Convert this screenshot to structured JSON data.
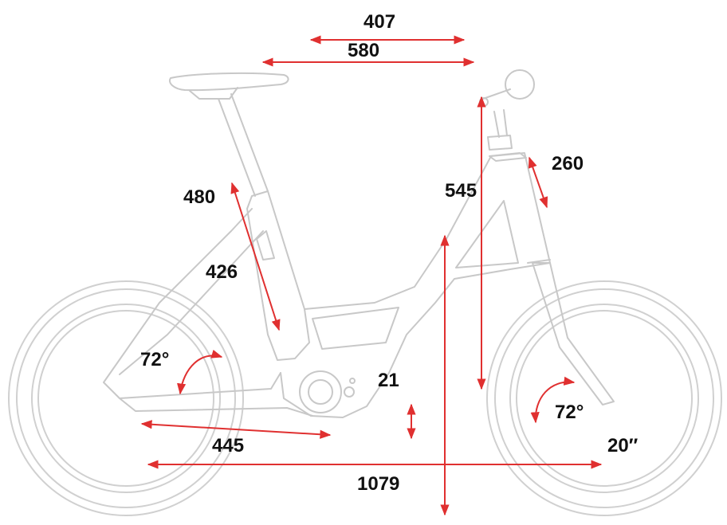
{
  "colors": {
    "dimension": "#e03030",
    "frame": "#c8c8c8",
    "label": "#111111"
  },
  "labels": {
    "reach": "407",
    "top_tube": "580",
    "head_tube": "260",
    "seat_tube_top": "480",
    "stack": "545",
    "seat_tube": "426",
    "seat_angle": "72°",
    "bb_drop": "21",
    "head_angle": "72°",
    "chainstay": "445",
    "wheel_size": "20″",
    "wheelbase": "1079"
  }
}
